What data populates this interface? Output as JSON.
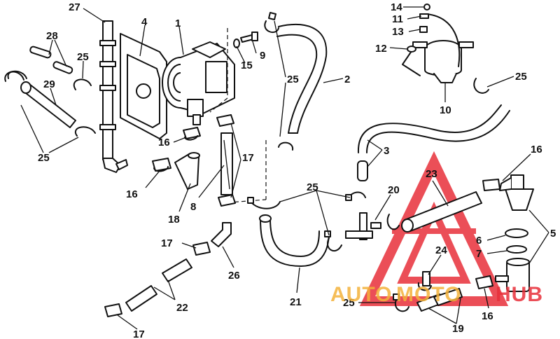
{
  "diagram": {
    "callouts": [
      {
        "id": "c27",
        "text": "27"
      },
      {
        "id": "c28",
        "text": "28"
      },
      {
        "id": "c25a",
        "text": "25"
      },
      {
        "id": "c29",
        "text": "29"
      },
      {
        "id": "c25b",
        "text": "25"
      },
      {
        "id": "c4",
        "text": "4"
      },
      {
        "id": "c1",
        "text": "1"
      },
      {
        "id": "c9",
        "text": "9"
      },
      {
        "id": "c15",
        "text": "15"
      },
      {
        "id": "c25c",
        "text": "25"
      },
      {
        "id": "c2",
        "text": "2"
      },
      {
        "id": "c14",
        "text": "14"
      },
      {
        "id": "c11",
        "text": "11"
      },
      {
        "id": "c13",
        "text": "13"
      },
      {
        "id": "c12",
        "text": "12"
      },
      {
        "id": "c25d",
        "text": "25"
      },
      {
        "id": "c10",
        "text": "10"
      },
      {
        "id": "c16a",
        "text": "16"
      },
      {
        "id": "c17a",
        "text": "17"
      },
      {
        "id": "c3",
        "text": "3"
      },
      {
        "id": "c16b",
        "text": "16"
      },
      {
        "id": "c16c",
        "text": "16"
      },
      {
        "id": "c18",
        "text": "18"
      },
      {
        "id": "c8",
        "text": "8"
      },
      {
        "id": "c25e",
        "text": "25"
      },
      {
        "id": "c20",
        "text": "20"
      },
      {
        "id": "c23",
        "text": "23"
      },
      {
        "id": "c5",
        "text": "5"
      },
      {
        "id": "c6",
        "text": "6"
      },
      {
        "id": "c7",
        "text": "7"
      },
      {
        "id": "c17b",
        "text": "17"
      },
      {
        "id": "c26",
        "text": "26"
      },
      {
        "id": "c24",
        "text": "24"
      },
      {
        "id": "c22",
        "text": "22"
      },
      {
        "id": "c21",
        "text": "21"
      },
      {
        "id": "c25f",
        "text": "25"
      },
      {
        "id": "c16d",
        "text": "16"
      },
      {
        "id": "c19",
        "text": "19"
      },
      {
        "id": "c17c",
        "text": "17"
      }
    ]
  },
  "watermark": {
    "brand_part1": "AUTO",
    "brand_part2": "MOTO",
    "brand_part3": "HUB",
    "color": "#e8303a",
    "accent_color": "#f4b23a"
  }
}
